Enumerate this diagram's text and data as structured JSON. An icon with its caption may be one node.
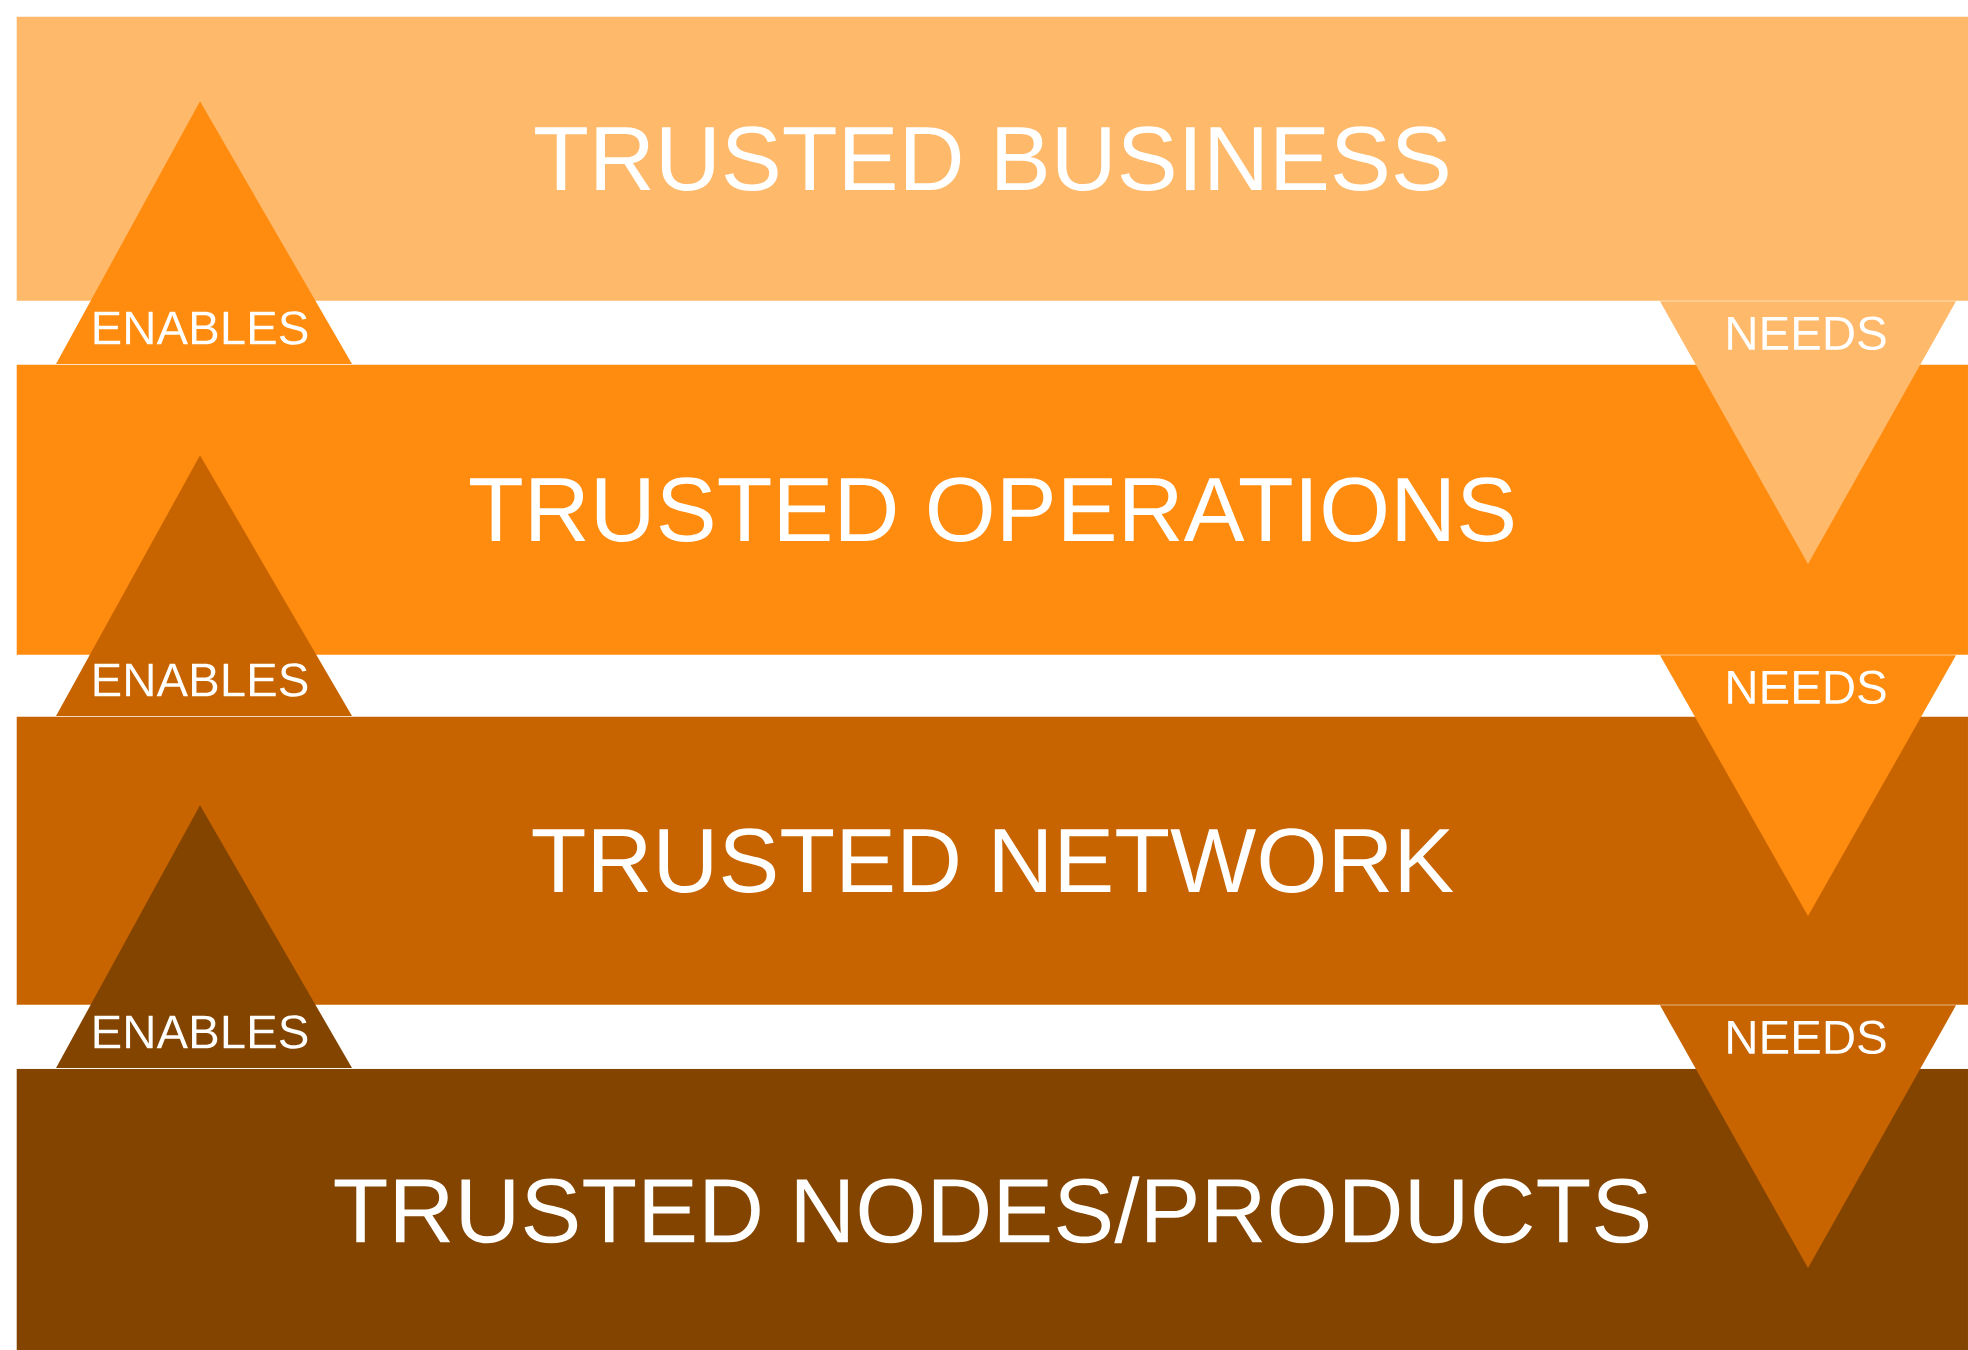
{
  "diagram": {
    "nodes": [
      {
        "text": [
          "TRUSTED BUSINESS"
        ]
      },
      {
        "text": [
          "TRUSTED OPERATIONS"
        ]
      },
      {
        "text": [
          "TRUSTED NETWORK"
        ]
      },
      {
        "text": [
          "TRUSTED NODES/PRODUCTS"
        ]
      }
    ],
    "edges": [
      {
        "from": 1,
        "to": 0,
        "arrow": "to",
        "label": "ENABLES",
        "color": "#ff8c0f"
      },
      {
        "from": 0,
        "to": 1,
        "arrow": "to",
        "label": "NEEDS",
        "color": "#ffb96b"
      },
      {
        "from": 2,
        "to": 1,
        "arrow": "to",
        "label": "ENABLES",
        "color": "#c86400"
      },
      {
        "from": 1,
        "to": 2,
        "arrow": "to",
        "label": "NEEDS",
        "color": "#ff8c0f"
      },
      {
        "from": 3,
        "to": 2,
        "arrow": "to",
        "label": "ENABLES",
        "color": "#834400"
      },
      {
        "from": 2,
        "to": 3,
        "arrow": "to",
        "label": "NEEDS",
        "color": "#c86400"
      }
    ]
  }
}
